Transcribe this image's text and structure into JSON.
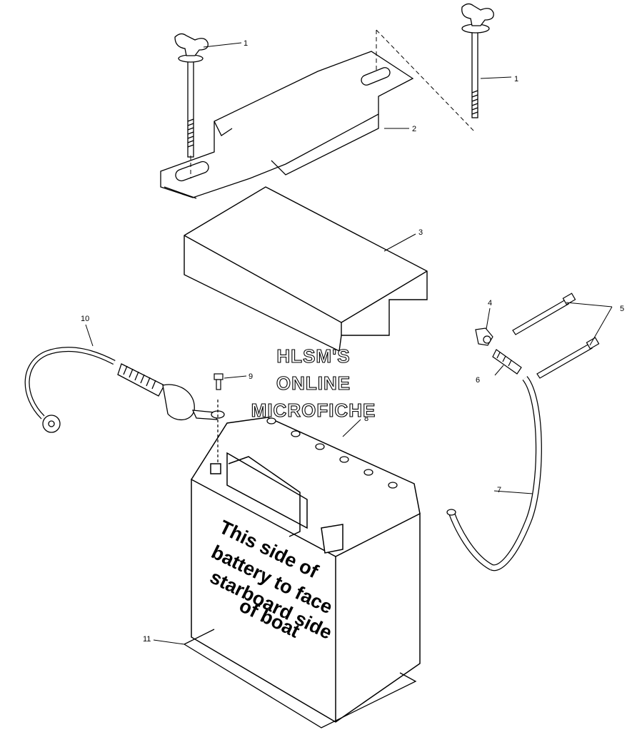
{
  "watermark": {
    "line1": "HLSM'S",
    "line2": "ONLINE",
    "line3": "MICROFICHE"
  },
  "battery_decal": {
    "line1": "This side of",
    "line2": "battery to face",
    "line3": "starboard side",
    "line4": "of boat"
  },
  "callouts": {
    "c1a": "1",
    "c1b": "1",
    "c2": "2",
    "c3": "3",
    "c4": "4",
    "c5": "5",
    "c6": "6",
    "c7": "7",
    "c8": "8",
    "c9": "9",
    "c10": "10",
    "c11": "11"
  }
}
